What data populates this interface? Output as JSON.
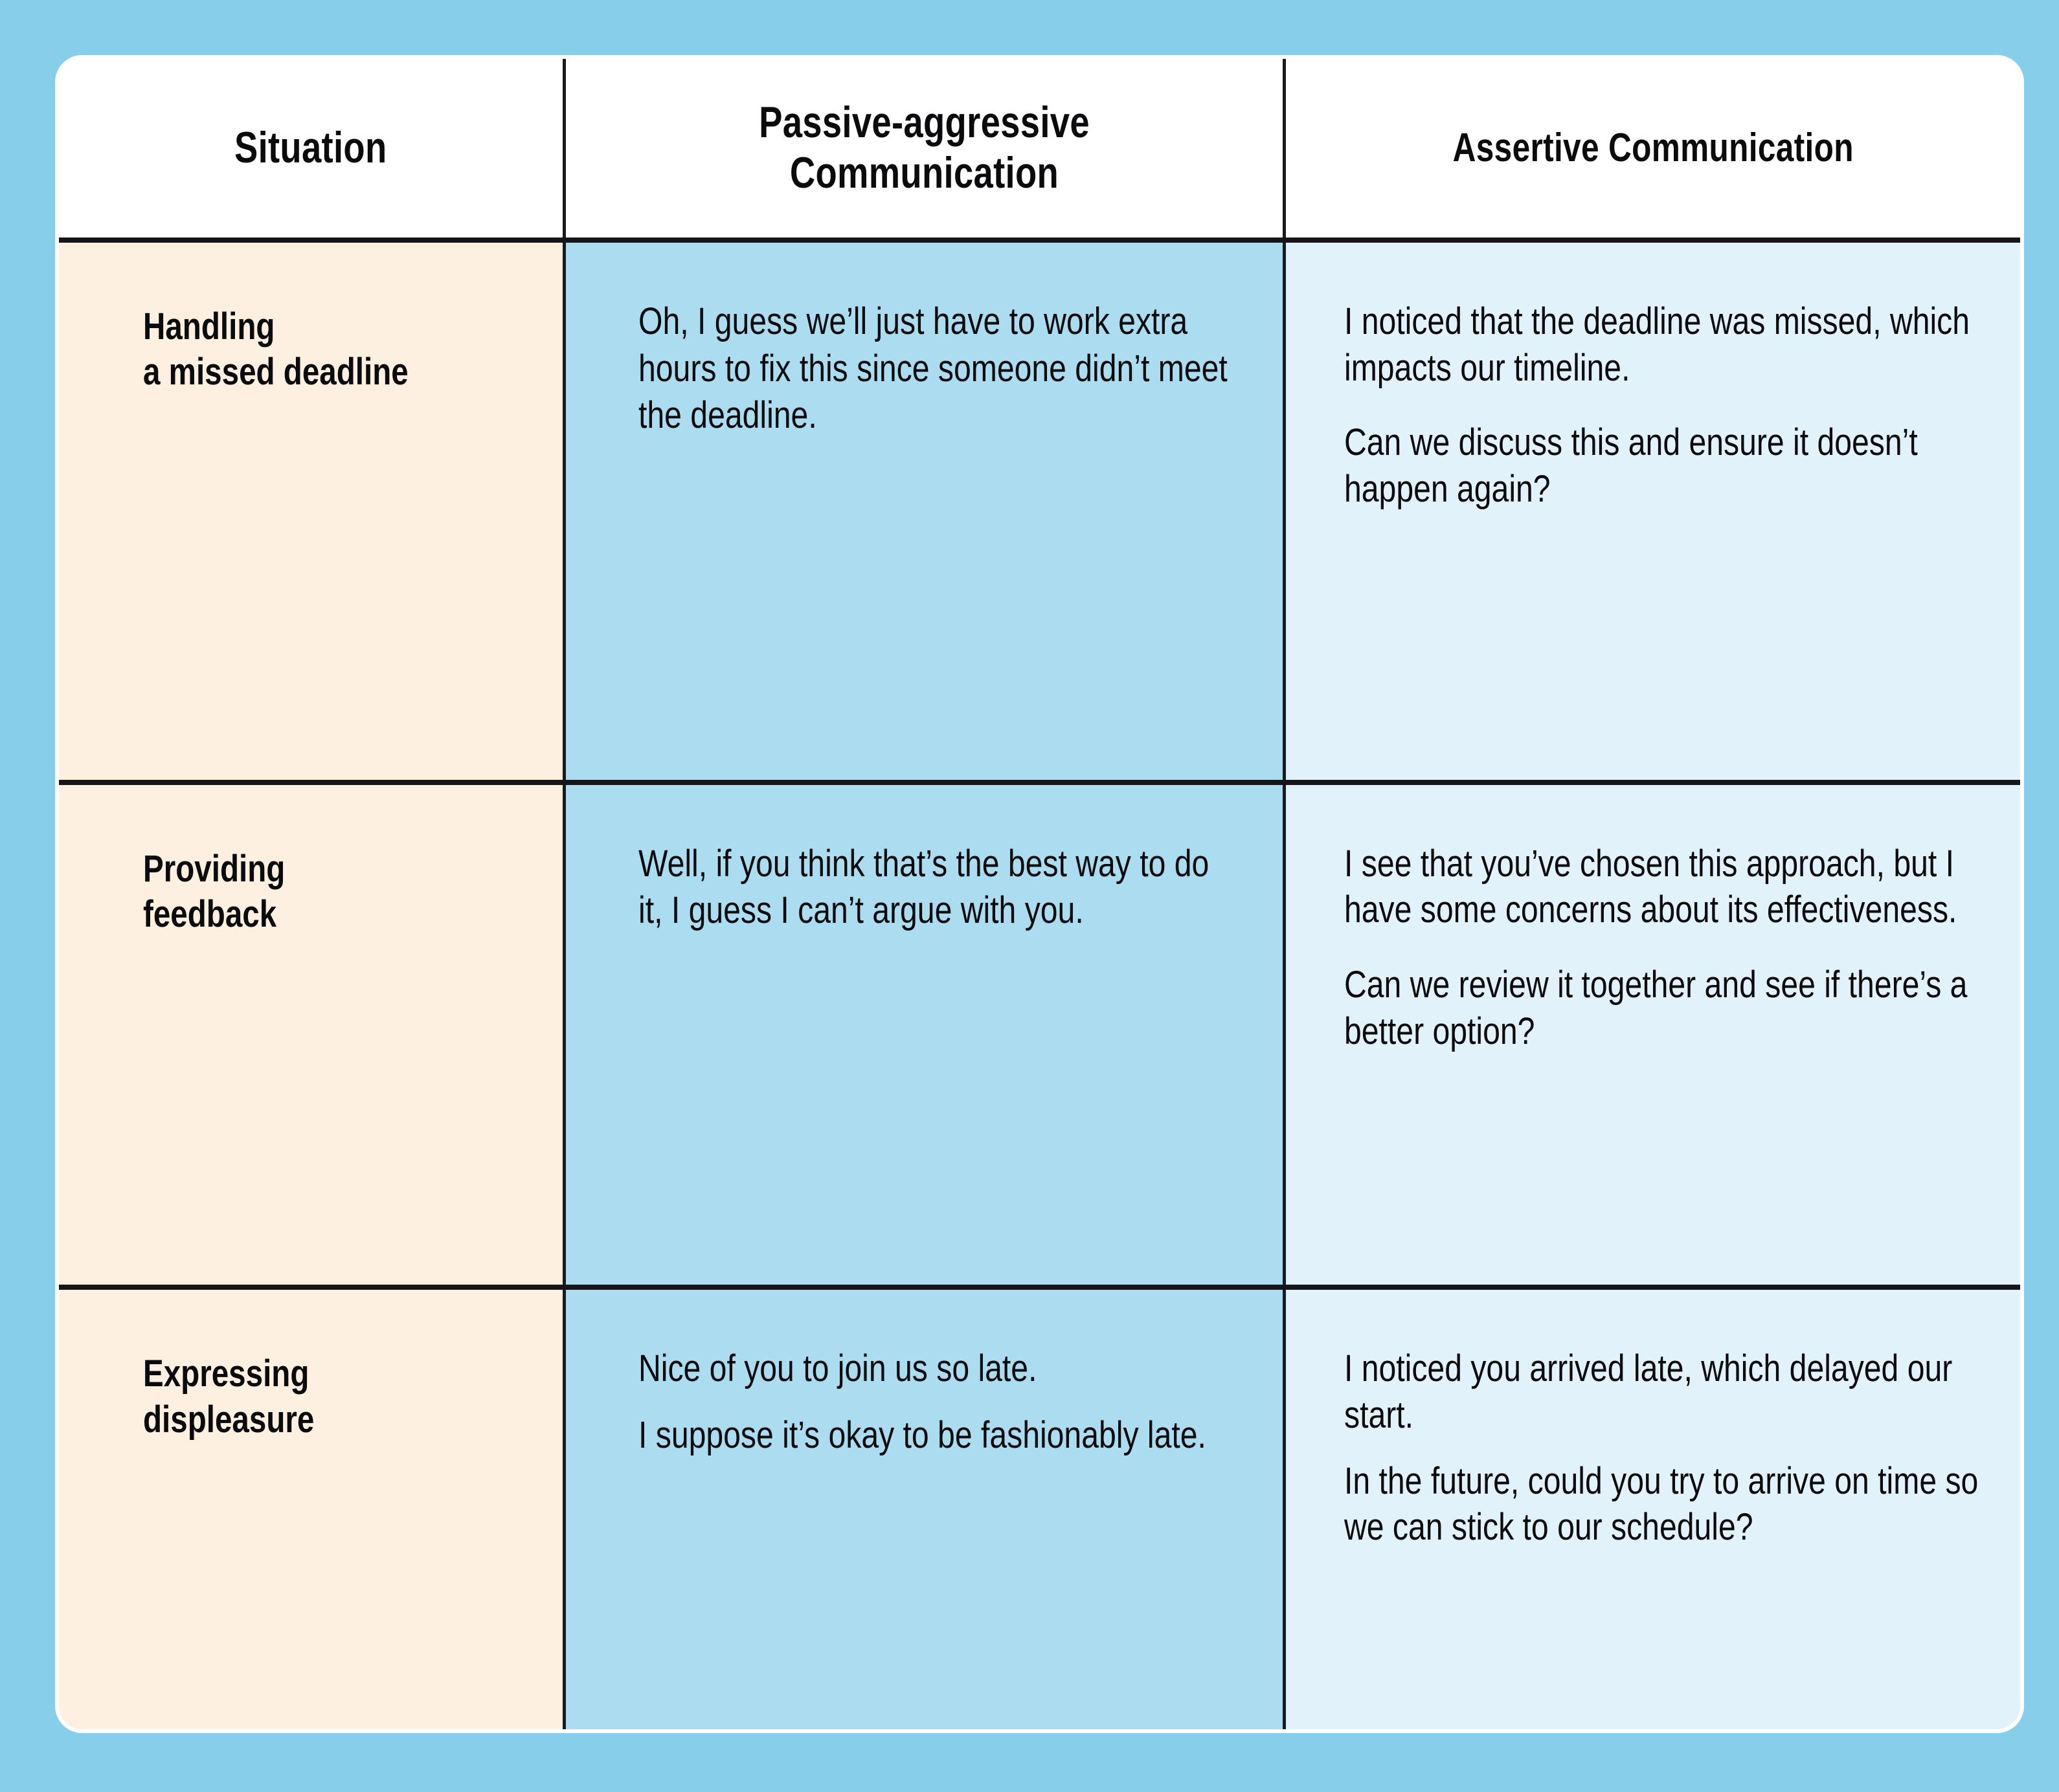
{
  "theme": {
    "page_background": "#87ceeb",
    "table_border": "#1a1a1f",
    "header_background": "#ffffff",
    "situation_column_background": "#fdf0e0",
    "passive_column_background": "#abdcef",
    "assertive_column_background": "#e2f2fb",
    "text_color": "#0b0b0d"
  },
  "table": {
    "headers": {
      "situation": "Situation",
      "passive": "Passive-aggressive\nCommunication",
      "assertive": "Assertive Communication"
    },
    "rows": [
      {
        "situation": "Handling\na missed deadline",
        "passive": [
          "Oh, I guess we’ll just have to work extra hours to fix this since someone didn’t meet the deadline."
        ],
        "assertive": [
          "I noticed that the deadline was missed, which impacts our timeline.",
          "Can we discuss this and ensure it doesn’t happen again?"
        ]
      },
      {
        "situation": "Providing\nfeedback",
        "passive": [
          "Well, if you think that’s the best way to do it, I guess I can’t argue with you."
        ],
        "assertive": [
          "I see that you’ve chosen this approach, but I have some concerns about its effectiveness.",
          "Can we review it together and see if there’s a better option?"
        ]
      },
      {
        "situation": "Expressing\ndispleasure",
        "passive": [
          "Nice of you to join us so late.",
          "I suppose it’s okay to be fashionably late."
        ],
        "assertive": [
          "I noticed you arrived late, which delayed our start.",
          "In the future, could you try to arrive on time so we can stick to our schedule?"
        ]
      }
    ]
  }
}
